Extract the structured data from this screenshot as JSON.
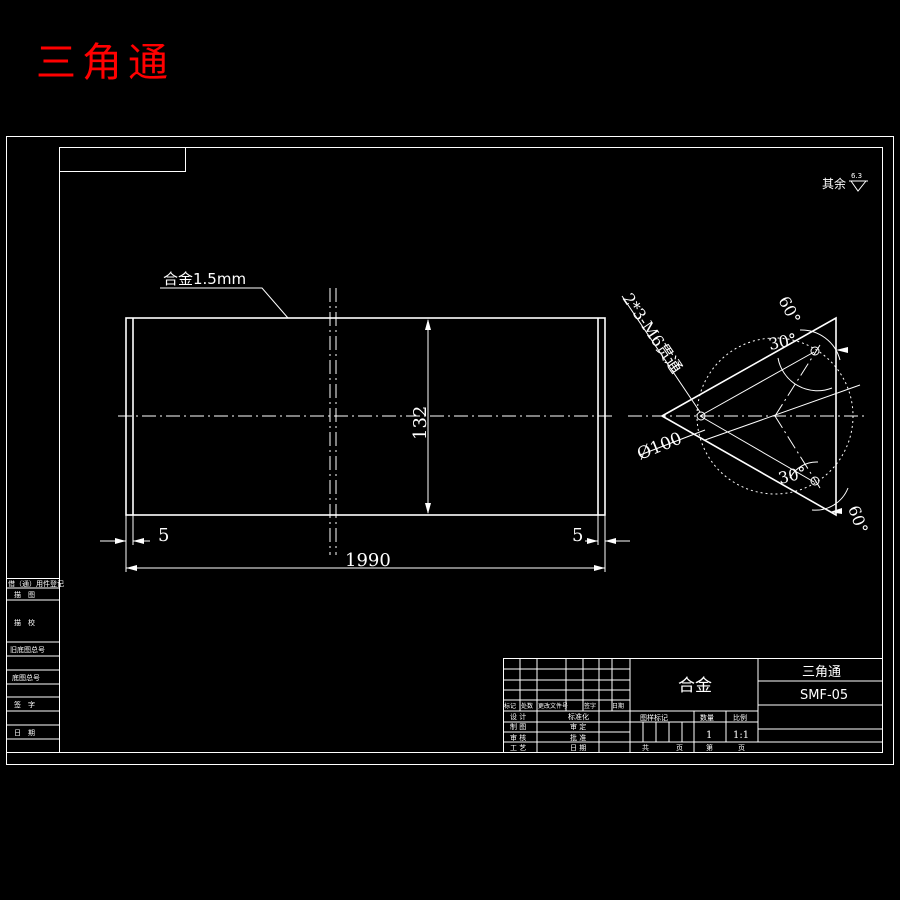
{
  "heading": "三角通",
  "roughness": {
    "label": "其余",
    "value": "6.3"
  },
  "part_view": {
    "leader_note": "合金1.5mm",
    "dim_height": "132",
    "dim_left": "5",
    "dim_right": "5",
    "dim_length": "1990"
  },
  "flange_view": {
    "holes_note": "2*3-M6贯通",
    "diameter": "Ø100",
    "angle_top_outer": "60°",
    "angle_top_inner": "30°",
    "angle_bottom_inner": "30°",
    "angle_bottom_outer": "60°"
  },
  "left_table": {
    "rows": [
      "借（通）用件登记",
      "描　图",
      "描　校",
      "旧底图总号",
      "底图总号",
      "签　字",
      "日　期"
    ]
  },
  "title_block": {
    "material": "合金",
    "name": "三角通",
    "code": "SMF-05",
    "header_row": [
      "标记",
      "处数",
      "更改文件号",
      "签字",
      "日期"
    ],
    "left_rows": [
      [
        "设 计",
        "标准化"
      ],
      [
        "制 图",
        "审 定"
      ],
      [
        "审 核",
        "批 准"
      ],
      [
        "工 艺",
        "日 期"
      ]
    ],
    "col_labels": [
      "图样标记",
      "数量",
      "比例"
    ],
    "quantity": "1",
    "scale": "1:1",
    "footer": [
      "共",
      "页",
      "第",
      "页"
    ]
  }
}
